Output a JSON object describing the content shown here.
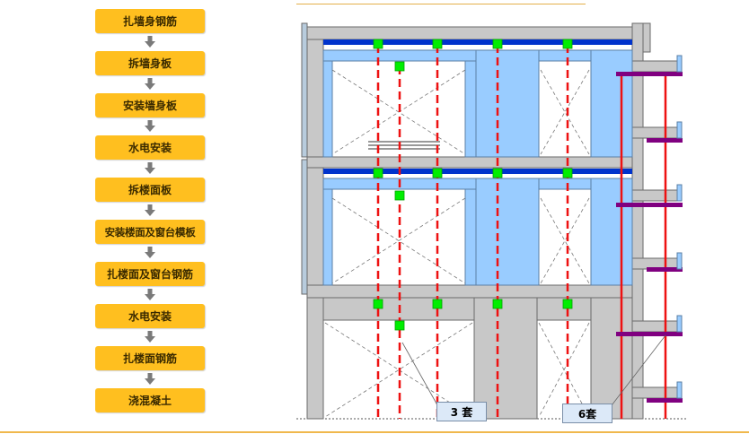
{
  "flow": {
    "steps": [
      "扎墙身钢筋",
      "拆墙身板",
      "安装墙身板",
      "水电安装",
      "拆楼面板",
      "安装楼面及窗台模板",
      "扎楼面及窗台钢筋",
      "水电安装",
      "扎楼面钢筋",
      "浇混凝土"
    ],
    "arrow_icon": "down-arrow-icon"
  },
  "diagram": {
    "callouts": {
      "left_label": "3 套",
      "right_label": "6套"
    },
    "colors": {
      "concrete": "#c8c8c8",
      "formwork": "#99ccff",
      "beam_bar": "#0033cc",
      "joint": "#00ee00",
      "shore": "#ee1111",
      "cantilever_beam": "#800080",
      "accent_rule": "#f0b84c"
    }
  }
}
